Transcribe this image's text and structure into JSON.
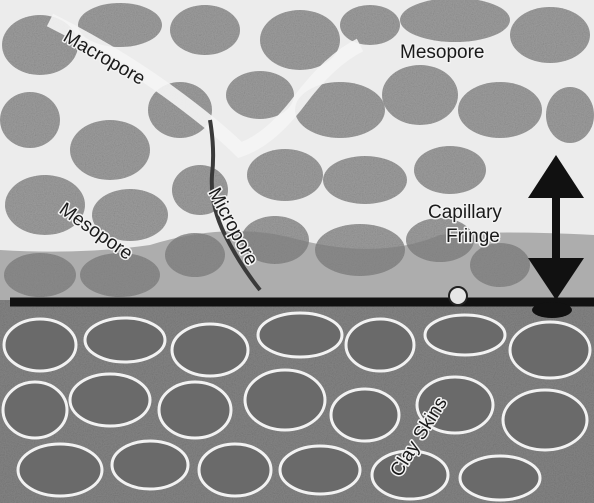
{
  "labels": {
    "macropore": "Macropore",
    "mesopore_top": "Mesopore",
    "mesopore_left": "Mesopore",
    "micropore": "Micropore",
    "capillary_line1": "Capillary",
    "capillary_line2": "Fringe",
    "clay_skins": "Clay Skins"
  },
  "colors": {
    "grain_unsaturated": "#9a9a9a",
    "grain_saturated": "#6e6e6e",
    "pore_light": "#f4f4f4",
    "saturated_bg": "#8c8c8c",
    "water_table_line": "#111111",
    "arrow": "#111111"
  }
}
